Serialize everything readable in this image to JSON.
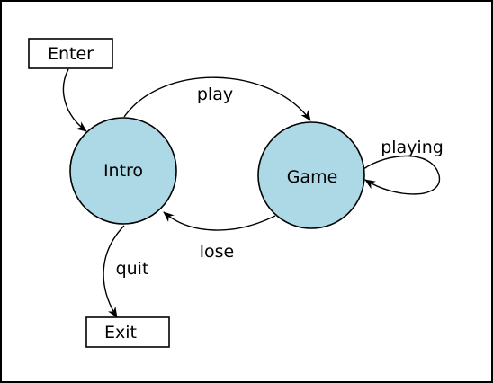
{
  "colors": {
    "state_fill": "#add8e6",
    "stroke": "#000000",
    "background": "#ffffff"
  },
  "nodes": {
    "enter": "Enter",
    "intro": "Intro",
    "game": "Game",
    "exit": "Exit"
  },
  "edges": {
    "play": "play",
    "playing": "playing",
    "lose": "lose",
    "quit": "quit"
  }
}
